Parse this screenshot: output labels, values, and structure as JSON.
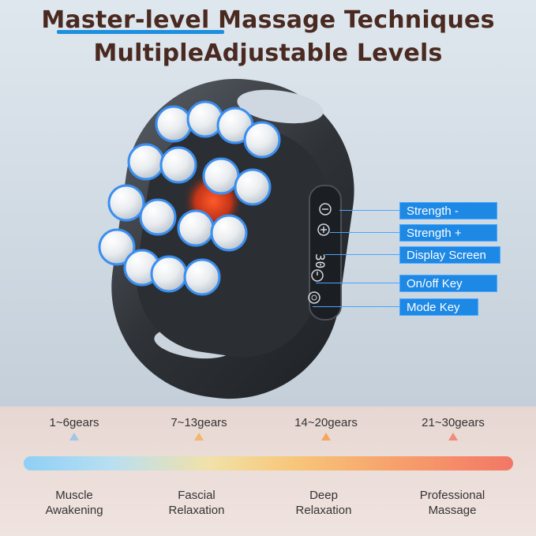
{
  "header": {
    "line1_accent": "Master-level",
    "line1_rest": " Massage Techniques",
    "line2": "MultipleAdjustable Levels"
  },
  "callouts": [
    {
      "label": "Strength -"
    },
    {
      "label": "Strength +"
    },
    {
      "label": "Display Screen"
    },
    {
      "label": "On/off Key"
    },
    {
      "label": "Mode Key"
    }
  ],
  "device": {
    "display_readout": "30",
    "buttons": [
      "minus-icon",
      "plus-icon",
      "screen",
      "power-icon",
      "mode-icon"
    ]
  },
  "levels": [
    {
      "age": "1~6gears",
      "stage_line1": "Muscle",
      "stage_line2": "Awakening",
      "marker_color": "#9fc7e6"
    },
    {
      "age": "7~13gears",
      "stage_line1": "Fascial",
      "stage_line2": "Relaxation",
      "marker_color": "#f0b86a"
    },
    {
      "age": "14~20gears",
      "stage_line1": "Deep",
      "stage_line2": "Relaxation",
      "marker_color": "#f2a75e"
    },
    {
      "age": "21~30gears",
      "stage_line1": "Professional",
      "stage_line2": "Massage",
      "marker_color": "#f08a7a"
    }
  ],
  "colors": {
    "headline": "#4a2a20",
    "accent_blue": "#1e88e5",
    "bar_start": "#8ecff5",
    "bar_end": "#f27766"
  }
}
